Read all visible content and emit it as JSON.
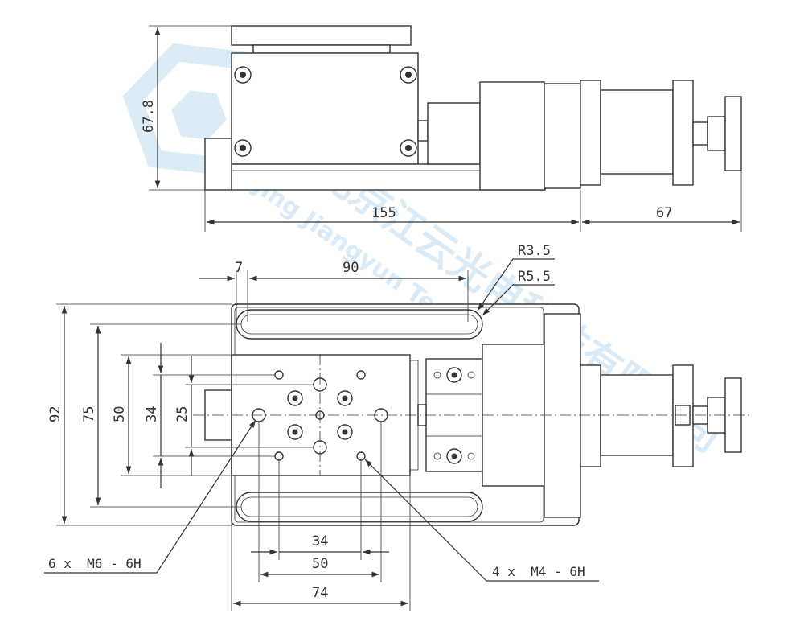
{
  "colors": {
    "line": "#333333",
    "watermark": "#8fc3e8"
  },
  "watermark": {
    "chinese": "北京江云光电科技有限公司",
    "english": "Beijing Jiangyun Technology Co., Ltd."
  },
  "top_view": {
    "height_dim": "67.8",
    "length_dim": "155",
    "motor_dim": "67"
  },
  "plan_view": {
    "slot_pitch_dim": "90",
    "slot_offset_dim": "7",
    "radius_outer": "R3.5",
    "radius_inner": "R5.5",
    "width_dim": "92",
    "slot_span_dim": "75",
    "carriage_dim": "50",
    "hole_y_34": "34",
    "hole_y_25": "25",
    "hole_x_34": "34",
    "hole_x_50": "50",
    "carriage_len": "74",
    "callout_m6": "6 x  M6 - 6H",
    "callout_m4": "4 x  M4 - 6H"
  }
}
